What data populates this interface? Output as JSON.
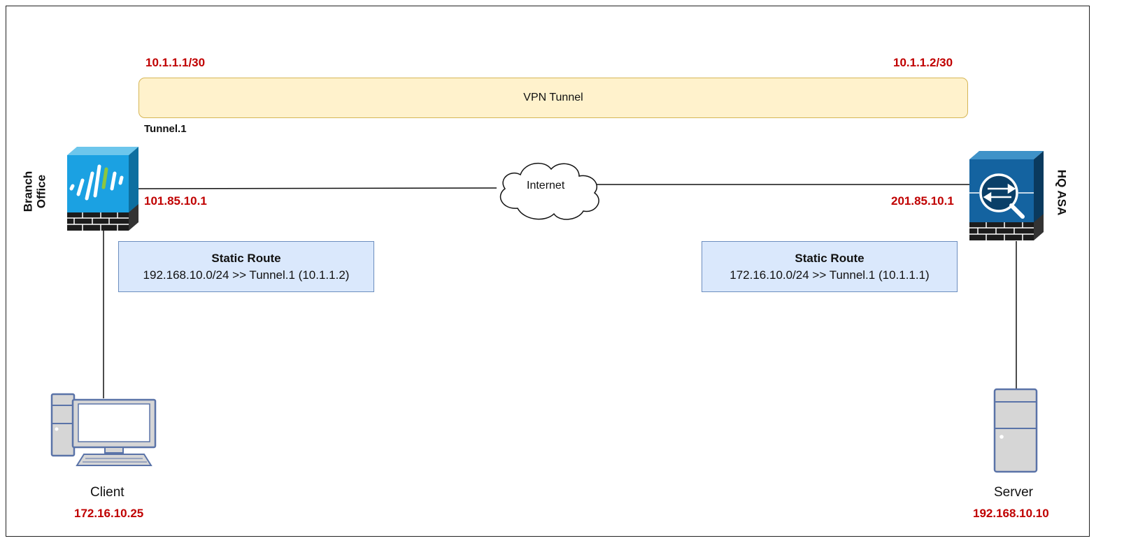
{
  "tunnel": {
    "label": "VPN Tunnel",
    "left_ip": "10.1.1.1/30",
    "right_ip": "10.1.1.2/30",
    "interface": "Tunnel.1"
  },
  "internet": {
    "label": "Internet"
  },
  "branch": {
    "label_line1": "Branch",
    "label_line2": "Office",
    "wan_ip": "101.85.10.1",
    "route_title": "Static Route",
    "route_text": "192.168.10.0/24 >> Tunnel.1 (10.1.1.2)"
  },
  "hq": {
    "label": "HQ ASA",
    "wan_ip": "201.85.10.1",
    "route_title": "Static Route",
    "route_text": "172.16.10.0/24 >> Tunnel.1 (10.1.1.1)"
  },
  "client": {
    "label": "Client",
    "ip": "172.16.10.25"
  },
  "server": {
    "label": "Server",
    "ip": "192.168.10.10"
  },
  "colors": {
    "ip_red": "#c00000",
    "tunnel_fill": "#fff2cc",
    "route_fill": "#dae8fc",
    "device_blue": "#1ba1e2"
  }
}
